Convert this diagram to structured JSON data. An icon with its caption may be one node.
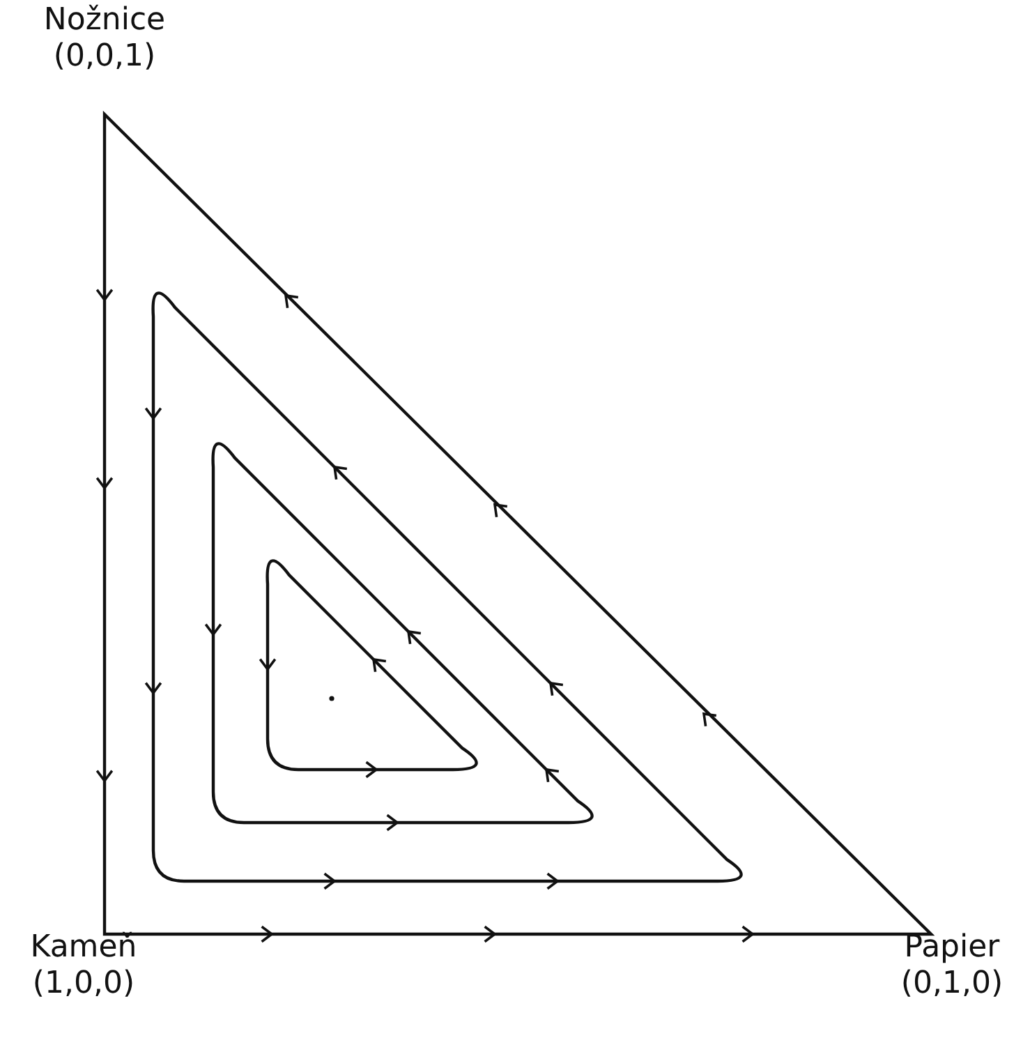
{
  "diagram": {
    "labels": [
      "Nožnice",
      "(0,0,1)",
      "Kameň",
      "(1,0,0)",
      "Papier",
      "(0,1,0)"
    ]
  }
}
